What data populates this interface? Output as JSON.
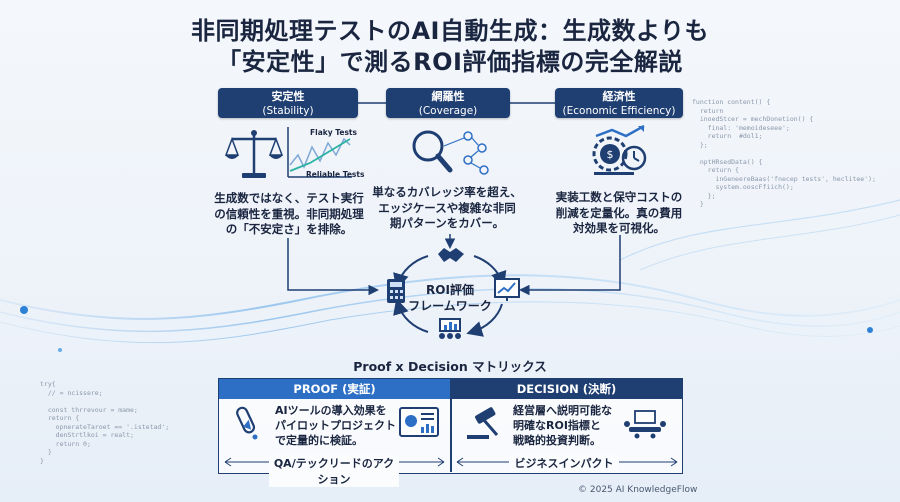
{
  "title": {
    "line1": "非同期処理テストのAI自動生成：生成数よりも",
    "line2": "「安定性」で測るROI評価指標の完全解説"
  },
  "pillars": [
    {
      "label_ja": "安定性",
      "label_en": "(Stability)",
      "desc": [
        "生成数ではなく、テスト実行",
        "の信頼性を重視。非同期処理",
        "の「不安定さ」を排除。"
      ],
      "chart_labels": {
        "top": "Flaky Tests",
        "bottom": "Reliable Tests"
      }
    },
    {
      "label_ja": "網羅性",
      "label_en": "(Coverage)",
      "desc": [
        "単なるカバレッジ率を超え、",
        "エッジケースや複雑な非同",
        "期パターンをカバー。"
      ]
    },
    {
      "label_ja": "経済性",
      "label_en": "(Economic Efficiency)",
      "desc": [
        "実装工数と保守コストの",
        "削減を定量化。真の費用",
        "対効果を可視化。"
      ]
    }
  ],
  "cycle": {
    "line1": "ROI評価",
    "line2": "フレームワーク"
  },
  "matrix": {
    "title": "Proof x Decision マトリックス",
    "proof": {
      "header": "PROOF (実証)",
      "text": [
        "AIツールの導入効果を",
        "パイロットプロジェクト",
        "で定量的に検証。"
      ],
      "footer": "QA/テックリードのアクション"
    },
    "decision": {
      "header": "DECISION (決断)",
      "text": [
        "経営層へ説明可能な",
        "明確なROI指標と",
        "戦略的投資判断。"
      ],
      "footer": "ビジネスインパクト"
    }
  },
  "code_right": [
    "function content() {",
    "  return",
    "  inoedStcer = mechDonetion() {",
    "    final: 'memoideseee';",
    "    return  #dol1;",
    "  };",
    "",
    "  nptHRsedData() {",
    "    return {",
    "      inGeneereBaas('fnecep tests', heclitee');",
    "      system.ooscFfiich();",
    "    };",
    "  }"
  ],
  "code_left": [
    "try{",
    "  // = ncissere;",
    "",
    "  const thrrevour = mame;",
    "  return {",
    "    opnerateTaroet == '.istetad';",
    "    denStrtlkoi = realt;",
    "    return 0;",
    "  }",
    "}"
  ],
  "copyright": "© 2025 AI KnowledgeFlow",
  "colors": {
    "navy": "#1f3e72",
    "blue": "#2d6fc4",
    "accent": "#3a86d8"
  }
}
